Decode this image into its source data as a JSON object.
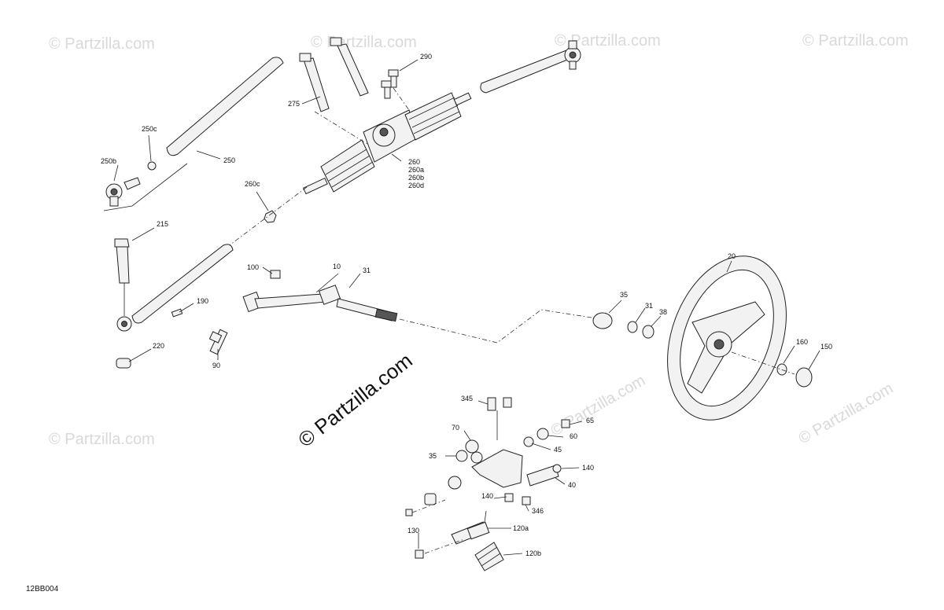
{
  "diagram": {
    "code": "12BB004",
    "watermark_main": "© Partzilla.com",
    "watermark_faint": "© Partzilla.com",
    "labels": {
      "l290": "290",
      "l275": "275",
      "l250c": "250c",
      "l250b": "250b",
      "l250": "250",
      "l260": "260",
      "l260a": "260a",
      "l260b": "260b",
      "l260d": "260d",
      "l260c": "260c",
      "l215": "215",
      "l100": "100",
      "l10": "10",
      "l31a": "31",
      "l190": "190",
      "l220": "220",
      "l90": "90",
      "l20": "20",
      "l35a": "35",
      "l31b": "31",
      "l38": "38",
      "l160": "160",
      "l150": "150",
      "l345": "345",
      "l65": "65",
      "l70": "70",
      "l60": "60",
      "l35b": "35",
      "l45": "45",
      "l140a": "140",
      "l40": "40",
      "l140b": "140",
      "l346": "346",
      "l120a": "120a",
      "l130": "130",
      "l120b": "120b"
    }
  }
}
